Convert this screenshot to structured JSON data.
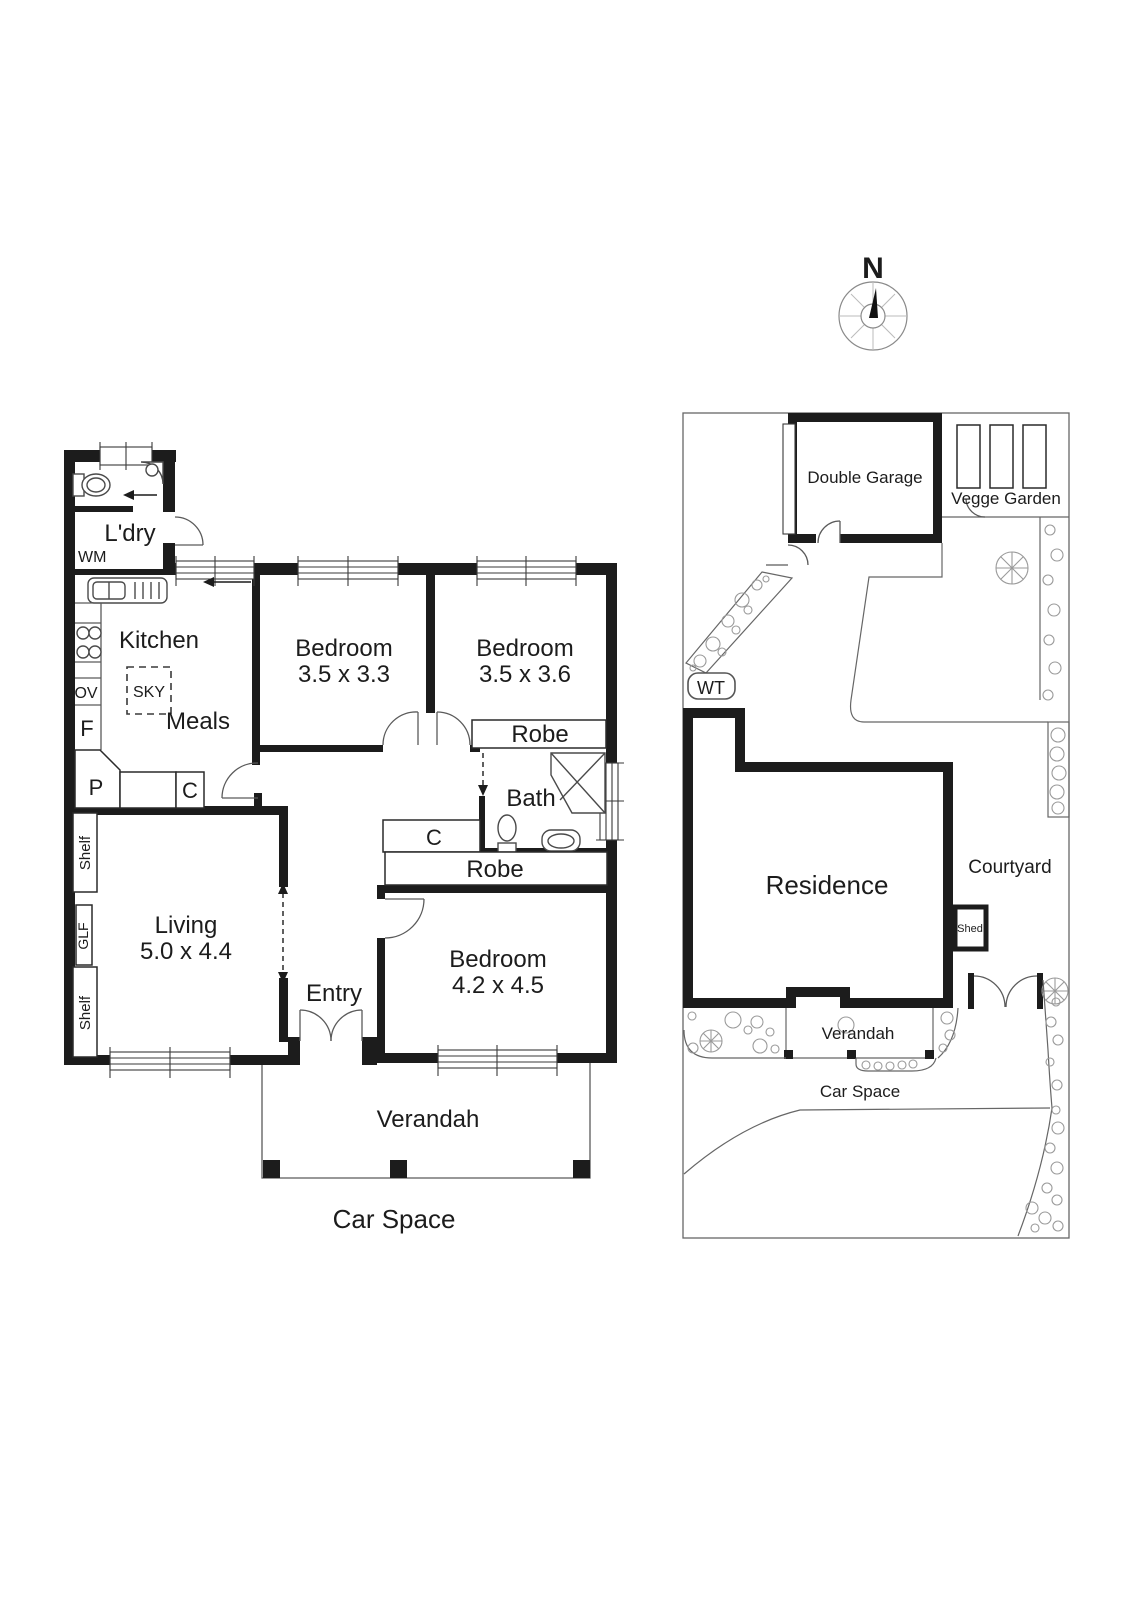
{
  "colors": {
    "wall": "#1c1c1c",
    "thin_line": "#4a4a4a",
    "site_line": "#666666",
    "plant_line": "#9a9a9a",
    "background": "#ffffff",
    "text": "#1c1c1c"
  },
  "compass": {
    "north_label": "N"
  },
  "floor_plan": {
    "laundry": {
      "label": "L'dry",
      "wm": "WM"
    },
    "kitchen": {
      "label": "Kitchen",
      "oven": "OV",
      "fridge": "F",
      "pantry": "P",
      "cupboard": "C",
      "skylight": "SKY"
    },
    "meals": {
      "label": "Meals"
    },
    "bedroom1": {
      "label": "Bedroom",
      "dims": "3.5 x 3.3"
    },
    "bedroom2": {
      "label": "Bedroom",
      "dims": "3.5 x 3.6"
    },
    "bedroom3": {
      "label": "Bedroom",
      "dims": "4.2 x 4.5"
    },
    "robe2": {
      "label": "Robe"
    },
    "robe3": {
      "label": "Robe"
    },
    "bath": {
      "label": "Bath",
      "cupboard": "C"
    },
    "living": {
      "label": "Living",
      "dims": "5.0 x 4.4",
      "shelf_top": "Shelf",
      "glf": "GLF",
      "shelf_bottom": "Shelf"
    },
    "entry": {
      "label": "Entry"
    },
    "verandah": {
      "label": "Verandah"
    },
    "car_space": {
      "label": "Car Space"
    }
  },
  "site_plan": {
    "garage": {
      "label": "Double Garage"
    },
    "vegge_garden": {
      "label": "Vegge Garden"
    },
    "water_tank": {
      "label": "WT"
    },
    "residence": {
      "label": "Residence"
    },
    "courtyard": {
      "label": "Courtyard"
    },
    "shed": {
      "label": "Shed"
    },
    "verandah": {
      "label": "Verandah"
    },
    "car_space": {
      "label": "Car Space"
    }
  }
}
